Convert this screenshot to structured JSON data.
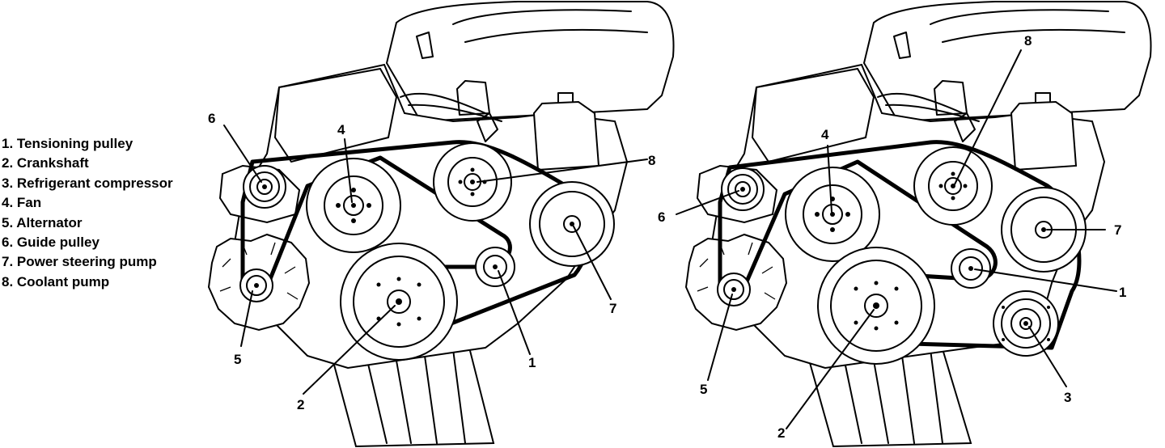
{
  "legend": [
    "1. Tensioning pulley",
    "2. Crankshaft",
    "3. Refrigerant compressor",
    "4. Fan",
    "5. Alternator",
    "6. Guide pulley",
    "7. Power steering pump",
    "8. Coolant pump"
  ],
  "left_diagram": {
    "callouts": [
      "6",
      "4",
      "8",
      "5",
      "2",
      "1",
      "7"
    ]
  },
  "right_diagram": {
    "callouts": [
      "8",
      "4",
      "6",
      "7",
      "1",
      "5",
      "2",
      "3"
    ]
  }
}
